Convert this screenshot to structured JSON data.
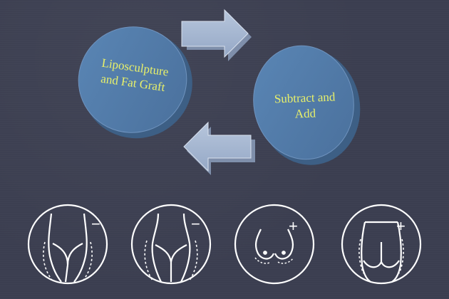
{
  "diagram": {
    "nodes": [
      {
        "id": "left",
        "label_lines": [
          "Liposculpture",
          "and Fat Graft"
        ]
      },
      {
        "id": "right",
        "label_lines": [
          "Subtract and",
          "Add"
        ]
      }
    ],
    "arrows": [
      {
        "from": "left",
        "to": "right",
        "direction": "right"
      },
      {
        "from": "right",
        "to": "left",
        "direction": "left"
      }
    ],
    "icons": [
      {
        "name": "waist-front-minus-icon",
        "sign": "−"
      },
      {
        "name": "hips-front-minus-icon",
        "sign": "−"
      },
      {
        "name": "breasts-plus-icon",
        "sign": "+"
      },
      {
        "name": "buttocks-plus-icon",
        "sign": "+"
      }
    ]
  },
  "colors": {
    "background": "#3b3e50",
    "disc_fill": "#4f79a6",
    "disc_edge": "#3d5f85",
    "label_text": "#e8f06a",
    "arrow_fill": "#a6b7d1",
    "icon_stroke": "#ffffff"
  }
}
